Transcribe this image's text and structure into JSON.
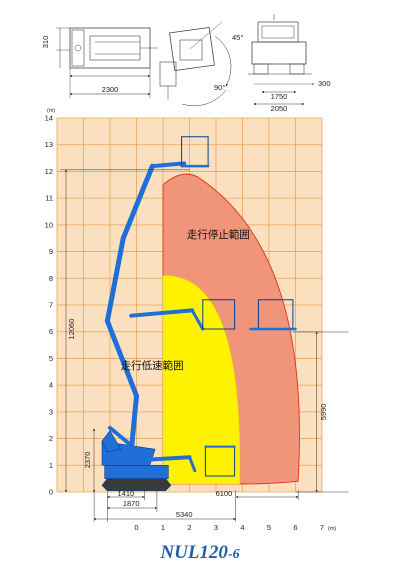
{
  "title": {
    "main": "NUL120",
    "suffix": "-6"
  },
  "top_view": {
    "width_label": "2300",
    "side_label": "310"
  },
  "swing_view": {
    "angle_top": "45°",
    "angle_bottom": "90°"
  },
  "rear_view": {
    "label_1750": "1750",
    "label_300": "300",
    "label_2050": "2050"
  },
  "chart": {
    "y_unit": "(m)",
    "x_unit": "(m)",
    "y_ticks": [
      "0",
      "1",
      "2",
      "3",
      "4",
      "5",
      "6",
      "7",
      "8",
      "9",
      "10",
      "11",
      "12",
      "13",
      "14"
    ],
    "x_ticks": [
      "0",
      "1",
      "2",
      "3",
      "4",
      "5",
      "6",
      "7"
    ],
    "zones": {
      "stop": {
        "label": "走行停止範囲",
        "color": "#f0957a"
      },
      "slow": {
        "label": "走行低速範囲",
        "color": "#fff200"
      }
    },
    "grid_bg": "#fbe0bf",
    "grid_line": "#e8a45a",
    "machine_color": "#1f6fd6"
  },
  "dimensions": {
    "height_12060": "12060",
    "height_2370": "2370",
    "height_5990": "5990",
    "width_1410": "1410",
    "width_1870": "1870",
    "width_5340": "5340",
    "width_6100": "6100"
  }
}
